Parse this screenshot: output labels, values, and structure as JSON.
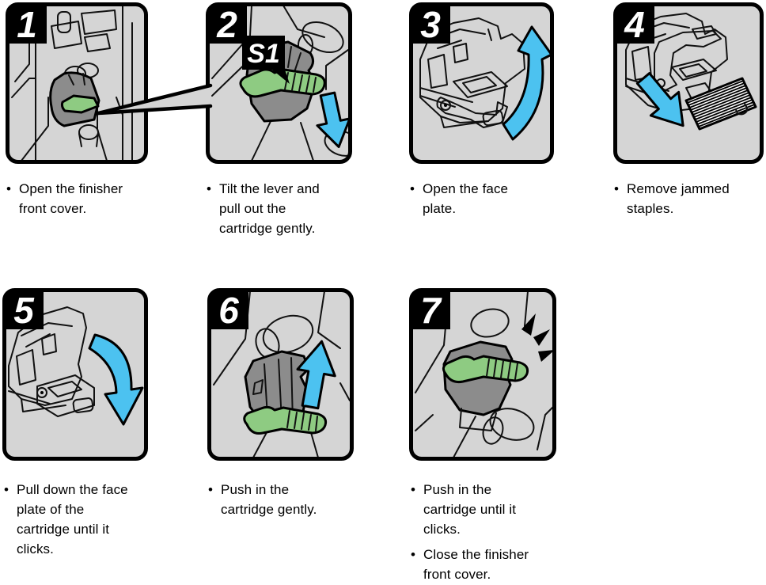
{
  "doc": {
    "background": "#ffffff",
    "bullet": "•"
  },
  "colors": {
    "panel_bg": "#d5d5d5",
    "outline": "#000000",
    "dark_gray": "#8c8c8c",
    "lever_green": "#8ecb82",
    "arrow_blue": "#4cc2f0",
    "tag_bg": "#000000",
    "tag_text": "#ffffff",
    "staple_strip": "#ffffff"
  },
  "steps": [
    {
      "number": "1",
      "caption": "Open the finisher\nfront cover."
    },
    {
      "number": "2",
      "callout": "S1",
      "caption": "Tilt the lever and\npull out the\ncartridge gently."
    },
    {
      "number": "3",
      "caption": "Open the face\nplate."
    },
    {
      "number": "4",
      "caption": "Remove jammed\nstaples."
    },
    {
      "number": "5",
      "caption": "Pull down the face\nplate of the\ncartridge until it\nclicks."
    },
    {
      "number": "6",
      "caption": "Push in the\ncartridge gently."
    },
    {
      "number": "7",
      "caption": "Push in the\ncartridge until it\nclicks.",
      "caption2": "Close the finisher\nfront cover."
    }
  ]
}
